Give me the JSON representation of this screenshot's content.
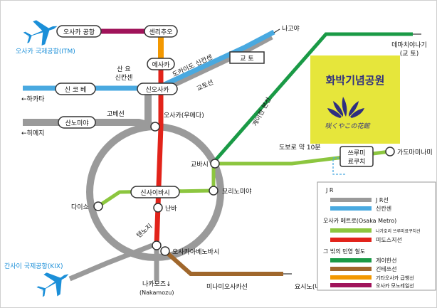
{
  "airports": {
    "itm": "오사카 국제공항(ITM)",
    "kix": "간사이 국제공항(KIX)"
  },
  "stations": {
    "osaka_airport": "오사카 공항",
    "senri_chuo": "센리추오",
    "esaka": "에사카",
    "shin_osaka": "신오사카",
    "shin_kobe": "신 코 베",
    "sannomiya": "산노미야",
    "osaka_umeda": "오사카(우메다)",
    "kyobashi": "교바시",
    "morinomiya": "모리노미야",
    "shinsaibashi": "신사이바시",
    "namba": "난바",
    "taisho": "다이쇼",
    "tennoji": "텐노지",
    "abenobashi": "오사카아베노바시",
    "tsurumi_ryokuchi_l1": "쓰루미",
    "tsurumi_ryokuchi_l2": "료쿠치",
    "kadoma": "가도마미나미",
    "kyoto": "교 토"
  },
  "labels": {
    "nagoya": "나고야",
    "hakata": "←하카타",
    "himeji": "←히메지",
    "tokaido_shinkansen": "도카이도 신칸센",
    "tokaido_line": "교토선",
    "sanyo_shinkansen_l1": "산 요",
    "sanyo_shinkansen_l2": "신칸센",
    "kobe_line": "고베선",
    "keihan_main": "게이한 본선",
    "demachiyanagi_l1": "데마치야나기",
    "demachiyanagi_l2": "(교 토)",
    "walk": "도보로 약 10분",
    "nakamozu_l1": "나카모즈↓",
    "nakamozu_l2": "(Nakamozu)",
    "minami_osaka_line": "미나미오사카선",
    "yoshino": "요시노(나라)"
  },
  "park": {
    "title": "화박기념공원",
    "logo_script": "咲くやこの花館"
  },
  "legend": {
    "jr_header": "J R",
    "jr_line": "J R선",
    "shinkansen": "신칸센",
    "metro_header": "오사카 메트로(Osaka Metro)",
    "nagahori": "나가호리 쓰루미료쿠치선",
    "midosuji": "미도스지선",
    "private_header": "그 밖의 민영 철도",
    "keihan": "게이한선",
    "kintetsu": "긴테쓰선",
    "kita_osaka": "기타오사카 급행선",
    "monorail": "오사카 모노레일선"
  },
  "colors": {
    "jr": "#9a9a9a",
    "shinkansen": "#49a9e0",
    "nagahori": "#8cc63f",
    "midosuji": "#e2231a",
    "keihan": "#1a9a46",
    "kintetsu": "#a0672c",
    "kita_osaka": "#f39800",
    "monorail": "#a0135a",
    "airport": "#1b8fd8",
    "park_bg": "#e6e63b",
    "park_title": "#2f2f80",
    "station_border": "#333333"
  },
  "icons": {
    "airplane_itm": "airplane-icon",
    "airplane_kix": "airplane-icon",
    "park_logo": "lotus-logo-icon"
  }
}
